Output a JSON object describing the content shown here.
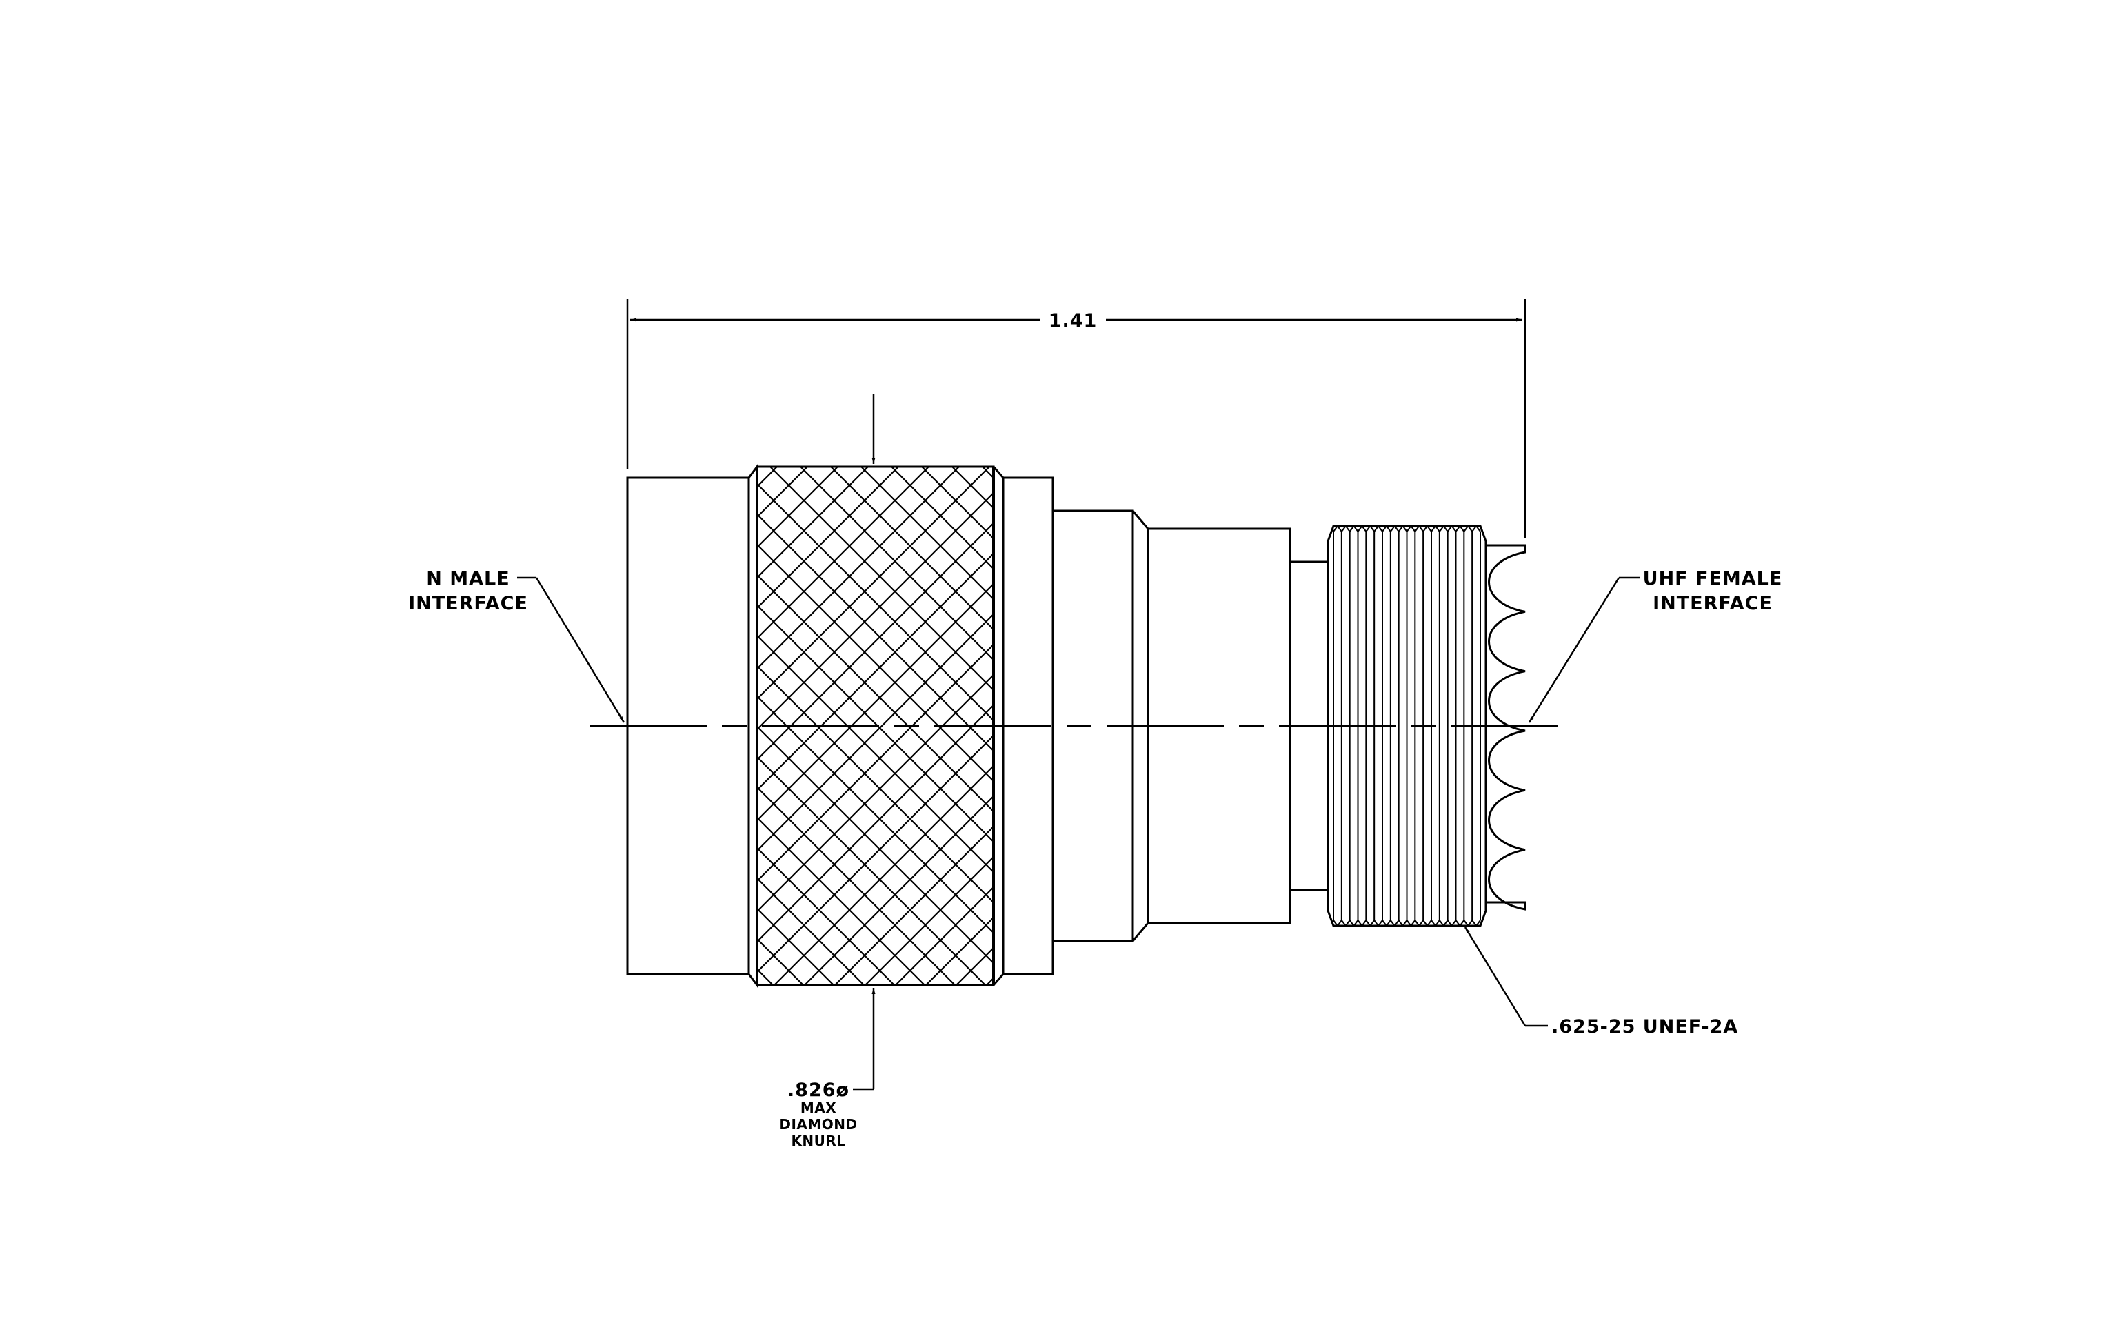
{
  "drawing": {
    "stroke_color": "#000000",
    "background": "#ffffff"
  },
  "dimensions": {
    "overall_length": "1.41"
  },
  "callouts": {
    "left_interface": {
      "line1": "N  MALE",
      "line2": "INTERFACE"
    },
    "right_interface": {
      "line1": "UHF  FEMALE",
      "line2": "INTERFACE"
    },
    "thread": {
      "text": ".625-25  UNEF-2A"
    },
    "knurl": {
      "line1": ".826ø",
      "line2": "MAX",
      "line3": "DIAMOND",
      "line4": "KNURL"
    }
  }
}
